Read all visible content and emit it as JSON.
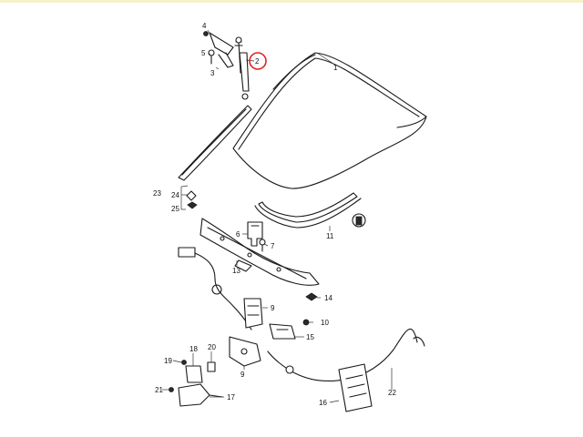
{
  "accent_color": "#e02424",
  "top_bar_color": "#f6f1c9",
  "highlighted_callout": "2",
  "callouts": {
    "c1": "1",
    "c2": "2",
    "c3": "3",
    "c4": "4",
    "c5": "5",
    "c6": "6",
    "c7": "7",
    "c9a": "9",
    "c9b": "9",
    "c10": "10",
    "c11": "11",
    "c13": "13",
    "c14": "14",
    "c15": "15",
    "c16": "16",
    "c17": "17",
    "c18": "18",
    "c19": "19",
    "c20": "20",
    "c21": "21",
    "c22": "22",
    "c23": "23",
    "c24": "24",
    "c25": "25"
  }
}
